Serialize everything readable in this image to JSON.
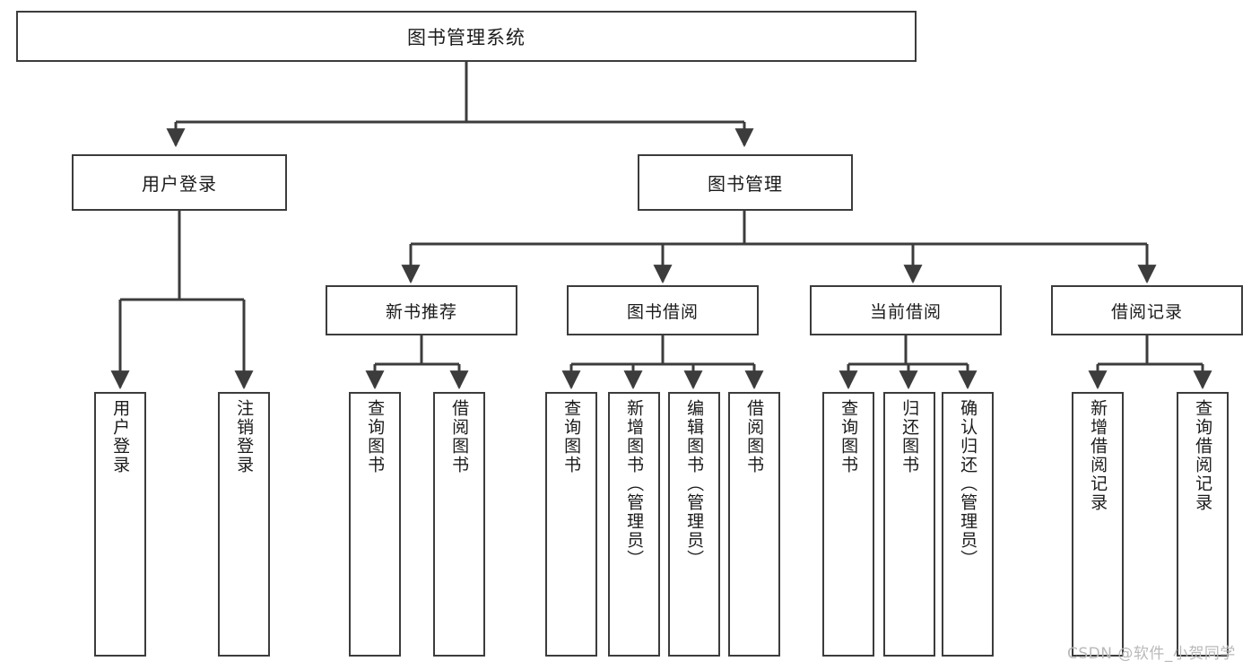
{
  "diagram": {
    "title": "图书管理系统",
    "type": "tree",
    "colors": {
      "border": "#3c3c3c",
      "box_fill": "#ffffff",
      "text": "#1b1b1b",
      "edge": "#3c3c3c",
      "background": "#ffffff",
      "watermark": "#b9b9b9"
    },
    "root": {
      "label": "图书管理系统"
    },
    "level1": [
      {
        "label": "用户登录"
      },
      {
        "label": "图书管理"
      }
    ],
    "level2": [
      {
        "label": "新书推荐"
      },
      {
        "label": "图书借阅"
      },
      {
        "label": "当前借阅"
      },
      {
        "label": "借阅记录"
      }
    ],
    "leaves": {
      "user_login": [
        {
          "label": "用户登录"
        },
        {
          "label": "注销登录"
        }
      ],
      "new_book_recommend": [
        {
          "label": "查询图书"
        },
        {
          "label": "借阅图书"
        }
      ],
      "book_borrow": [
        {
          "label": "查询图书"
        },
        {
          "label": "新增图书（管理员）"
        },
        {
          "label": "编辑图书（管理员）"
        },
        {
          "label": "借阅图书"
        }
      ],
      "current_borrow": [
        {
          "label": "查询图书"
        },
        {
          "label": "归还图书"
        },
        {
          "label": "确认归还（管理员）"
        }
      ],
      "borrow_record": [
        {
          "label": "新增借阅记录"
        },
        {
          "label": "查询借阅记录"
        }
      ]
    },
    "watermark": "CSDN @软件_小贺同学"
  }
}
